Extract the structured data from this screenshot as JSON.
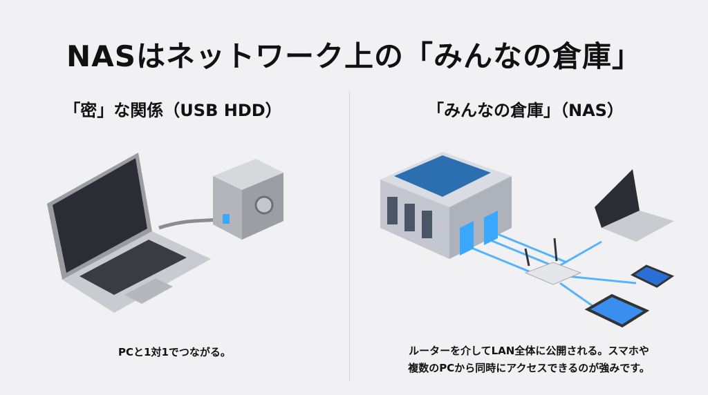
{
  "title": "NASはネットワーク上の「みんなの倉庫」",
  "left": {
    "heading": "「密」な関係（USB HDD）",
    "caption": "PCと1対1でつながる。"
  },
  "right": {
    "heading": "「みんなの倉庫」（NAS）",
    "caption_line1": "ルーターを介してLAN全体に公開される。スマホや",
    "caption_line2": "複数のPCから同時にアクセスできるのが強みです。"
  },
  "colors": {
    "accent": "#3aa8ff",
    "background": "#f1f1f4"
  }
}
